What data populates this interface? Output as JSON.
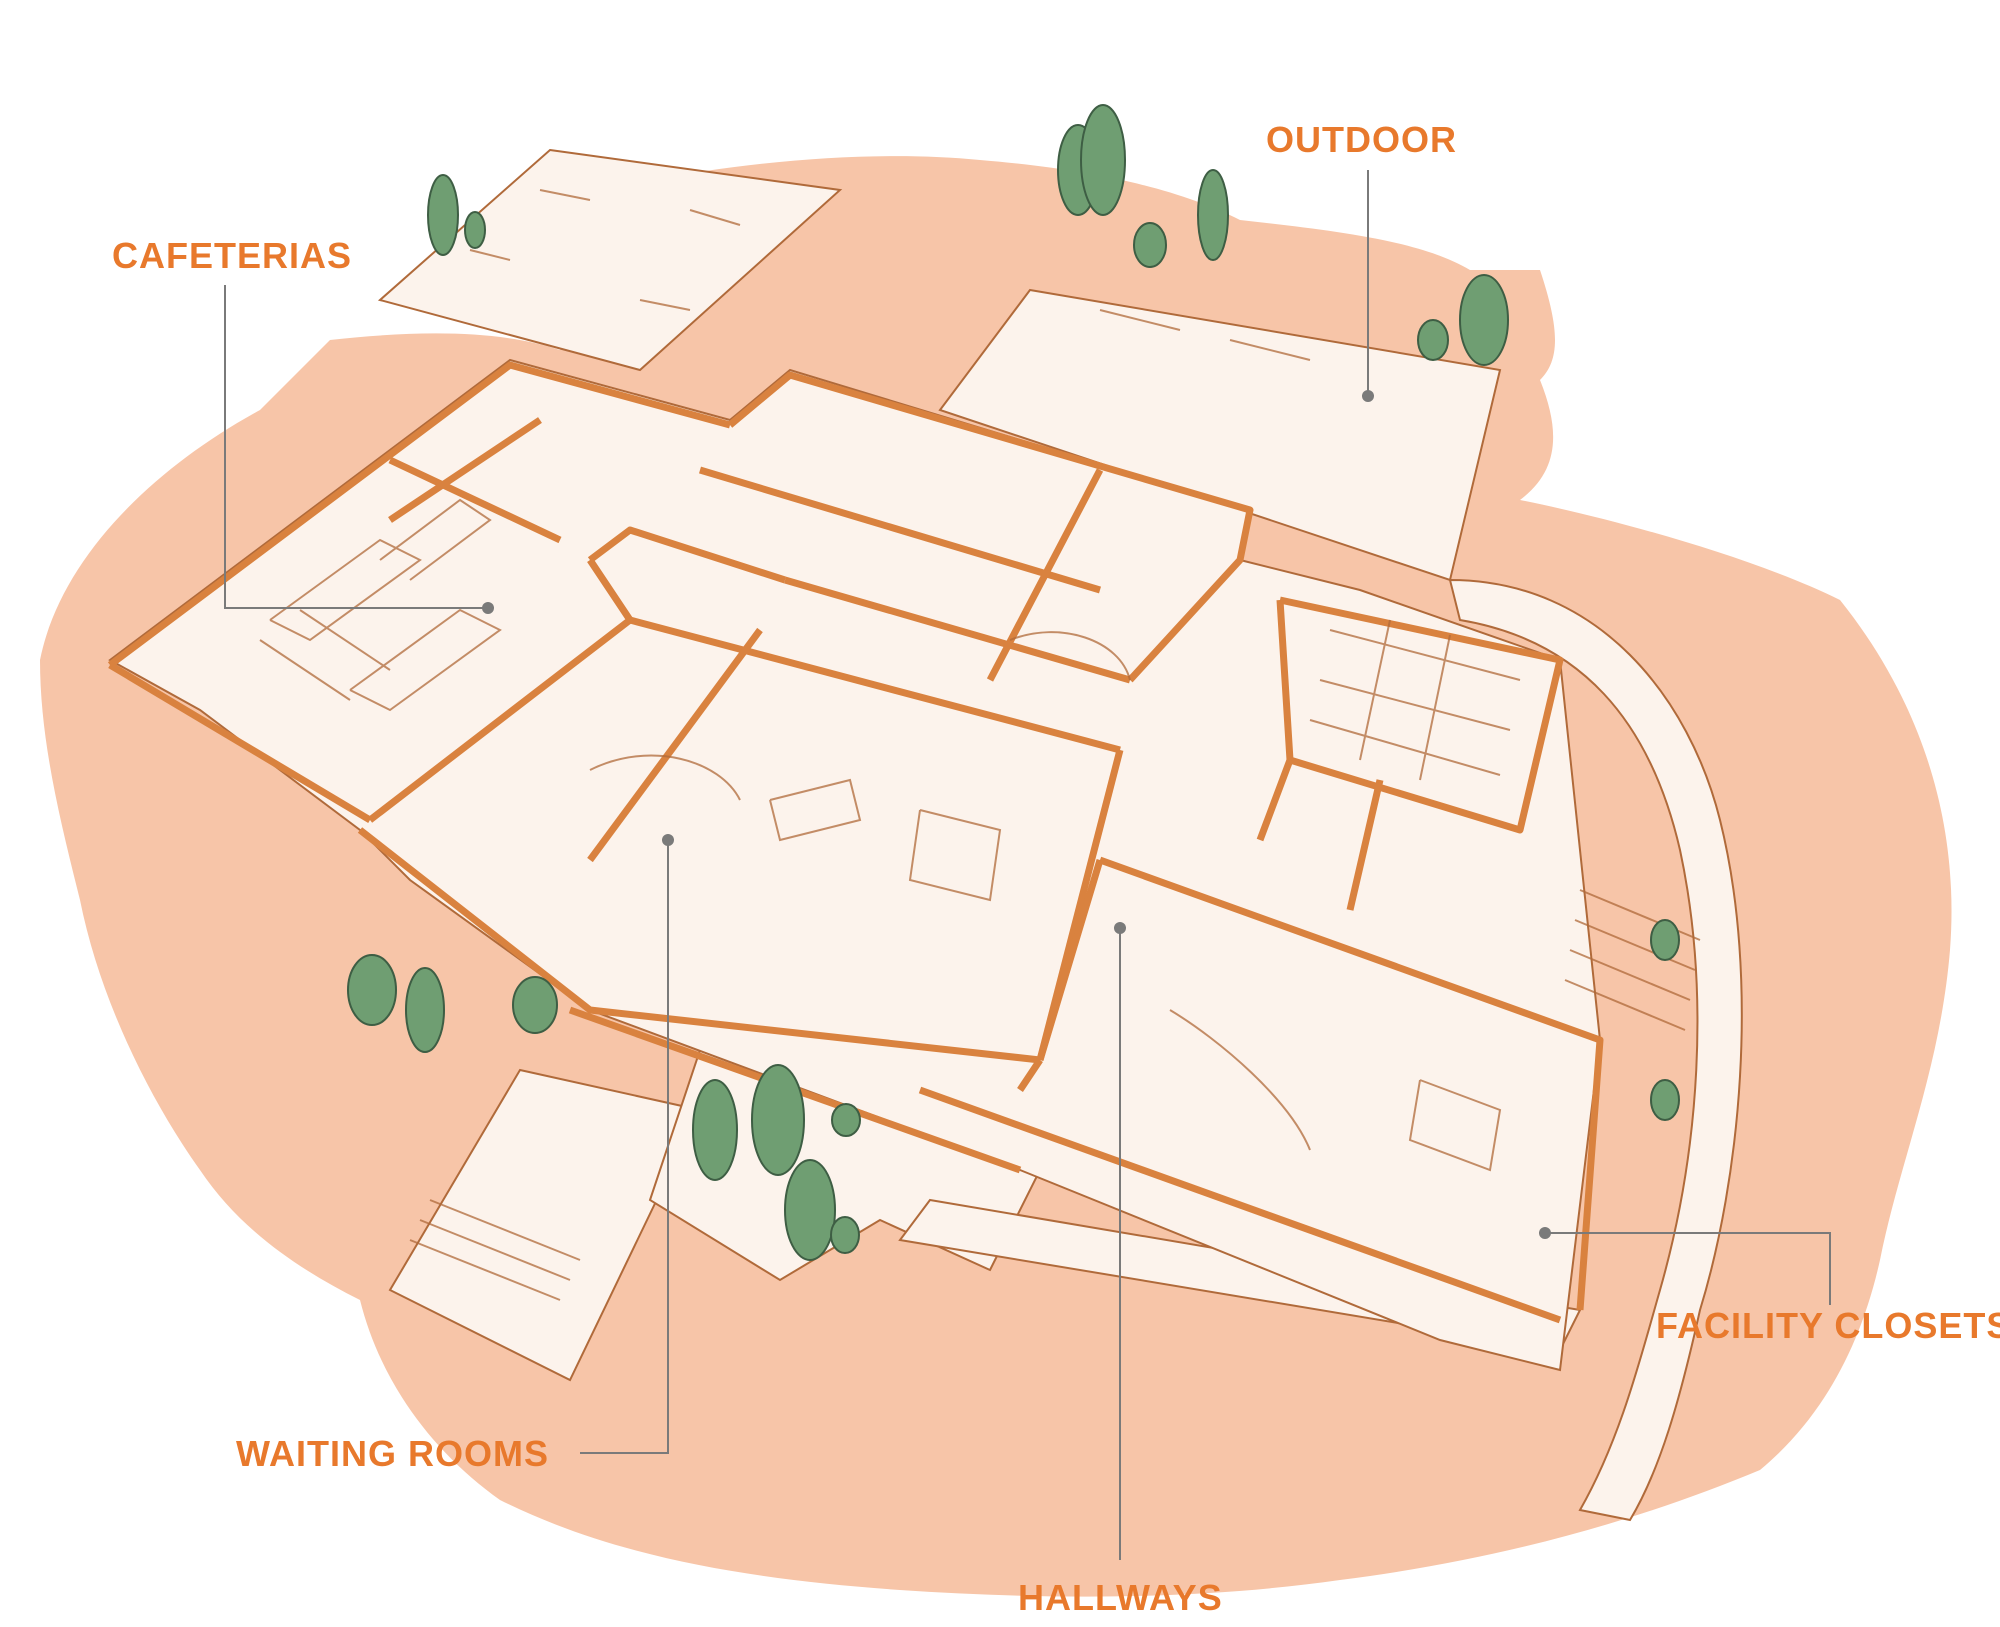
{
  "colors": {
    "background": "#ffffff",
    "ground_fill": "#f7c5a8",
    "paper_fill": "#fcf3ec",
    "wall_stroke": "#d9823f",
    "sketch_stroke": "#b06a3a",
    "tree_fill": "#6f9e72",
    "tree_stroke": "#3e5e44",
    "label_text": "#e8792c",
    "leader_line": "#7a7a7a"
  },
  "labels": {
    "cafeterias": "CAFETERIAS",
    "outdoor": "OUTDOOR",
    "facility_closets": "FACILITY CLOSETS",
    "waiting_rooms": "WAITING ROOMS",
    "hallways": "HALLWAYS"
  },
  "icons": {
    "trees": "tree-icon",
    "tables": "picnic-table-icon",
    "stairs": "stairs-icon"
  }
}
